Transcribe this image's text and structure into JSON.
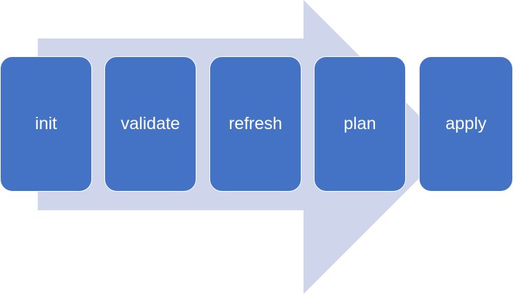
{
  "colors": {
    "background": "#ffffff",
    "arrow": "#cfd5ea",
    "step_fill": "#4472c4",
    "step_text": "#ffffff"
  },
  "steps": [
    {
      "label": "init"
    },
    {
      "label": "validate"
    },
    {
      "label": "refresh"
    },
    {
      "label": "plan"
    },
    {
      "label": "apply"
    }
  ]
}
